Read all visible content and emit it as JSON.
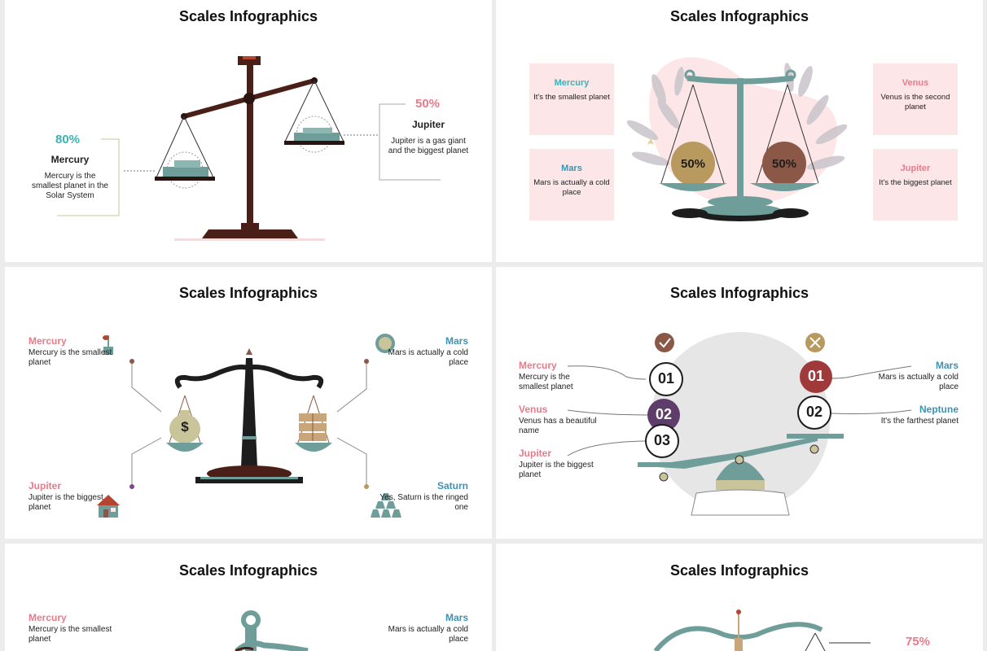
{
  "slides": [
    {
      "title": "Scales Infographics",
      "left": {
        "percent": "80%",
        "name": "Mercury",
        "desc": "Mercury is the smallest planet in the Solar System"
      },
      "right": {
        "percent": "50%",
        "name": "Jupiter",
        "desc": "Jupiter is a gas giant and the biggest planet"
      }
    },
    {
      "title": "Scales Infographics",
      "cards": [
        {
          "name": "Mercury",
          "desc": "It's the smallest planet"
        },
        {
          "name": "Mars",
          "desc": "Mars is actually a cold place"
        },
        {
          "name": "Venus",
          "desc": "Venus is the second planet"
        },
        {
          "name": "Jupiter",
          "desc": "It's the biggest planet"
        }
      ],
      "left_value": "50%",
      "right_value": "50%"
    },
    {
      "title": "Scales Infographics",
      "items": [
        {
          "name": "Mercury",
          "desc": "Mercury is the smallest planet"
        },
        {
          "name": "Mars",
          "desc": "Mars is actually a cold place"
        },
        {
          "name": "Jupiter",
          "desc": "Jupiter is  the biggest planet"
        },
        {
          "name": "Saturn",
          "desc": "Yes, Saturn is the ringed one"
        }
      ],
      "dollar": "$"
    },
    {
      "title": "Scales Infographics",
      "left_items": [
        {
          "name": "Mercury",
          "desc": "Mercury is the smallest planet"
        },
        {
          "name": "Venus",
          "desc": "Venus has a beautiful name"
        },
        {
          "name": "Jupiter",
          "desc": "Jupiter is the biggest planet"
        }
      ],
      "right_items": [
        {
          "name": "Mars",
          "desc": "Mars is actually a cold place"
        },
        {
          "name": "Neptune",
          "desc": "It's the farthest planet"
        }
      ],
      "left_numbers": [
        "01",
        "02",
        "03"
      ],
      "right_numbers": [
        "01",
        "02"
      ]
    },
    {
      "title": "Scales Infographics",
      "items": [
        {
          "name": "Mercury",
          "desc": "Mercury is the smallest planet"
        },
        {
          "name": "Mars",
          "desc": "Mars is actually a cold place"
        }
      ]
    },
    {
      "title": "Scales Infographics",
      "percent": "75%"
    }
  ],
  "colors": {
    "brown": "#4a1f17",
    "teal": "#3ab3b5",
    "pink": "#e87a8a",
    "blue": "#3a93b5",
    "sage": "#6f9e9a",
    "card_bg": "#fde6e8"
  }
}
